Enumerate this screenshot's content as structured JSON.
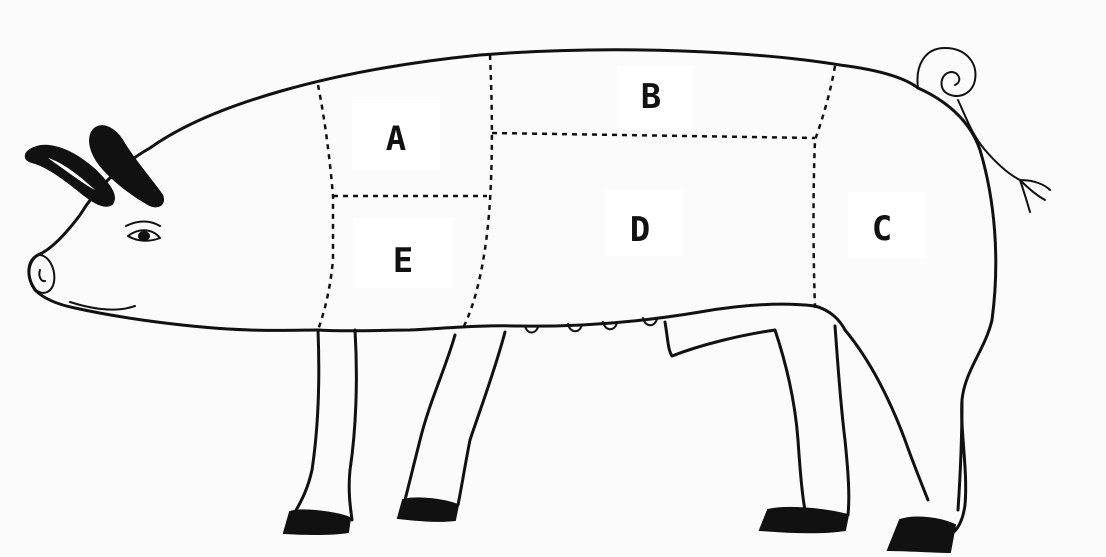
{
  "diagram": {
    "subject": "pig-cuts",
    "labels": {
      "A": "A",
      "B": "B",
      "C": "C",
      "D": "D",
      "E": "E"
    }
  }
}
